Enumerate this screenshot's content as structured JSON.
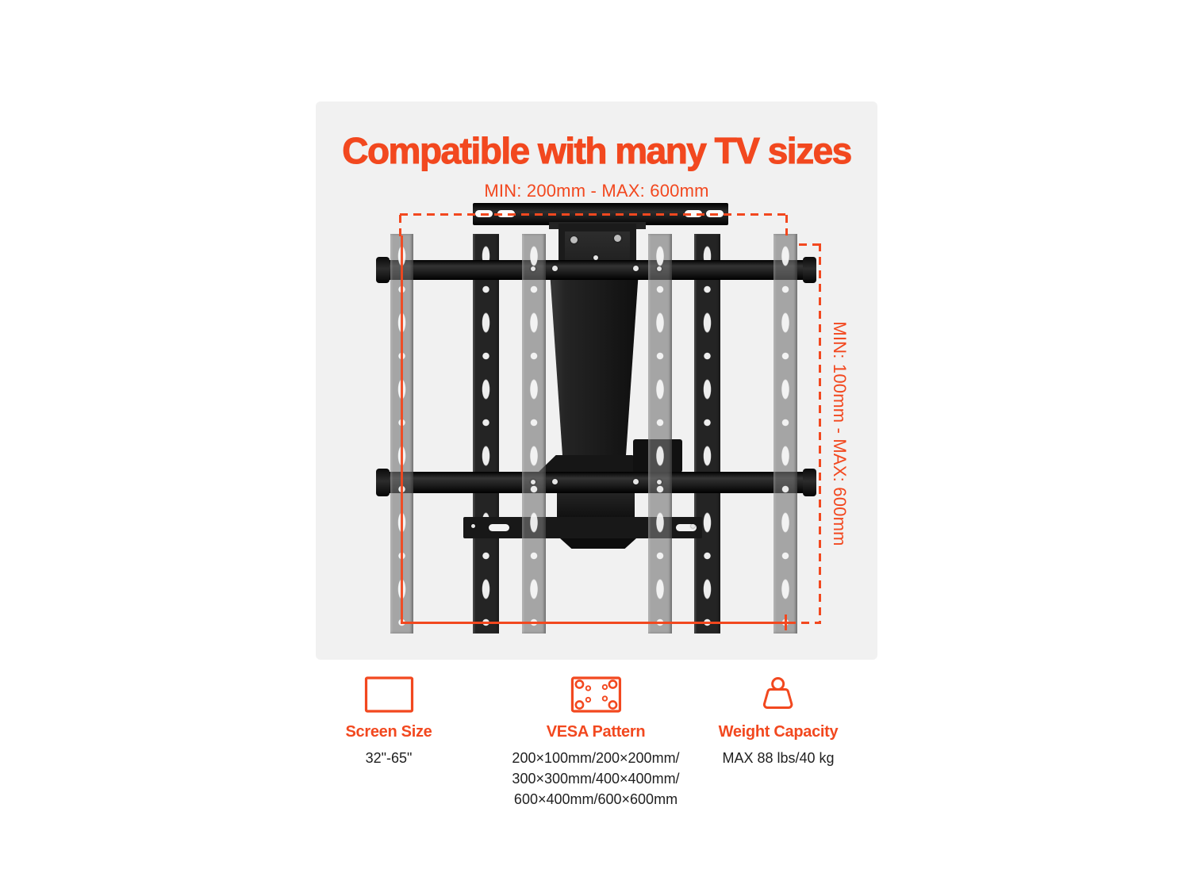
{
  "page": {
    "accent_color": "#F2481F",
    "card_bg_color": "#f1f1f1",
    "text_color": "#1f1f1f"
  },
  "header": {
    "title": "Compatible with many TV sizes"
  },
  "diagram": {
    "top_dimension": "MIN: 200mm - MAX: 600mm",
    "side_dimension": "MIN: 100mm - MAX: 600mm"
  },
  "features": [
    {
      "icon": "screen-size-icon",
      "label": "Screen Size",
      "value": "32\"-65\""
    },
    {
      "icon": "vesa-pattern-icon",
      "label": "VESA Pattern",
      "value_lines": [
        "200×100mm/200×200mm/",
        "300×300mm/400×400mm/",
        "600×400mm/600×600mm"
      ]
    },
    {
      "icon": "weight-capacity-icon",
      "label": "Weight Capacity",
      "value": "MAX 88 lbs/40 kg"
    }
  ]
}
